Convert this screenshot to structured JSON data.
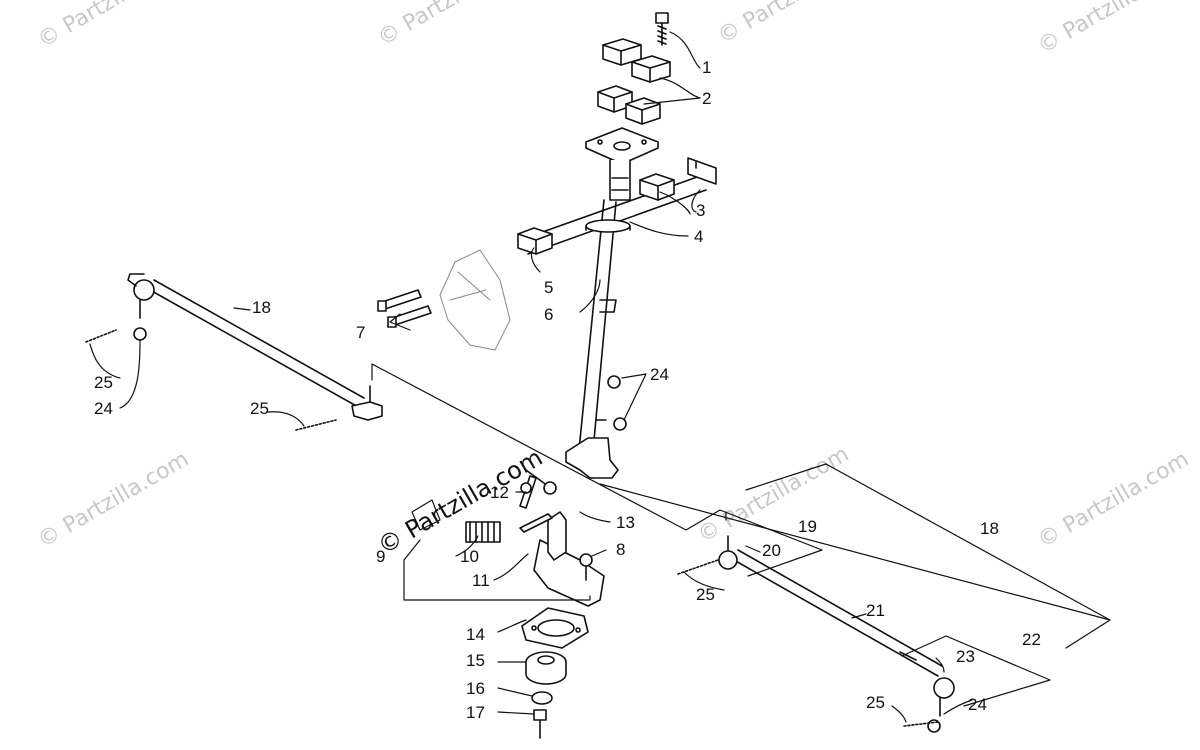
{
  "watermark": {
    "text": "© Partzilla.com",
    "bold_text": "© Partzilla.com"
  },
  "callouts": [
    {
      "id": "c1",
      "label": "1"
    },
    {
      "id": "c2",
      "label": "2"
    },
    {
      "id": "c3",
      "label": "3"
    },
    {
      "id": "c4",
      "label": "4"
    },
    {
      "id": "c5",
      "label": "5"
    },
    {
      "id": "c6a",
      "label": "6"
    },
    {
      "id": "c7",
      "label": "7"
    },
    {
      "id": "c8",
      "label": "8"
    },
    {
      "id": "c9",
      "label": "9"
    },
    {
      "id": "c10",
      "label": "10"
    },
    {
      "id": "c11",
      "label": "11"
    },
    {
      "id": "c12",
      "label": "12"
    },
    {
      "id": "c13",
      "label": "13"
    },
    {
      "id": "c14",
      "label": "14"
    },
    {
      "id": "c15",
      "label": "15"
    },
    {
      "id": "c16",
      "label": "16"
    },
    {
      "id": "c17",
      "label": "17"
    },
    {
      "id": "c18a",
      "label": "18"
    },
    {
      "id": "c18b",
      "label": "18"
    },
    {
      "id": "c19",
      "label": "19"
    },
    {
      "id": "c20",
      "label": "20"
    },
    {
      "id": "c21",
      "label": "21"
    },
    {
      "id": "c22",
      "label": "22"
    },
    {
      "id": "c23",
      "label": "23"
    },
    {
      "id": "c24a",
      "label": "24"
    },
    {
      "id": "c24b",
      "label": "24"
    },
    {
      "id": "c24c",
      "label": "24"
    },
    {
      "id": "c25a",
      "label": "25"
    },
    {
      "id": "c25b",
      "label": "25"
    },
    {
      "id": "c25c",
      "label": "25"
    },
    {
      "id": "c25d",
      "label": "25"
    }
  ]
}
